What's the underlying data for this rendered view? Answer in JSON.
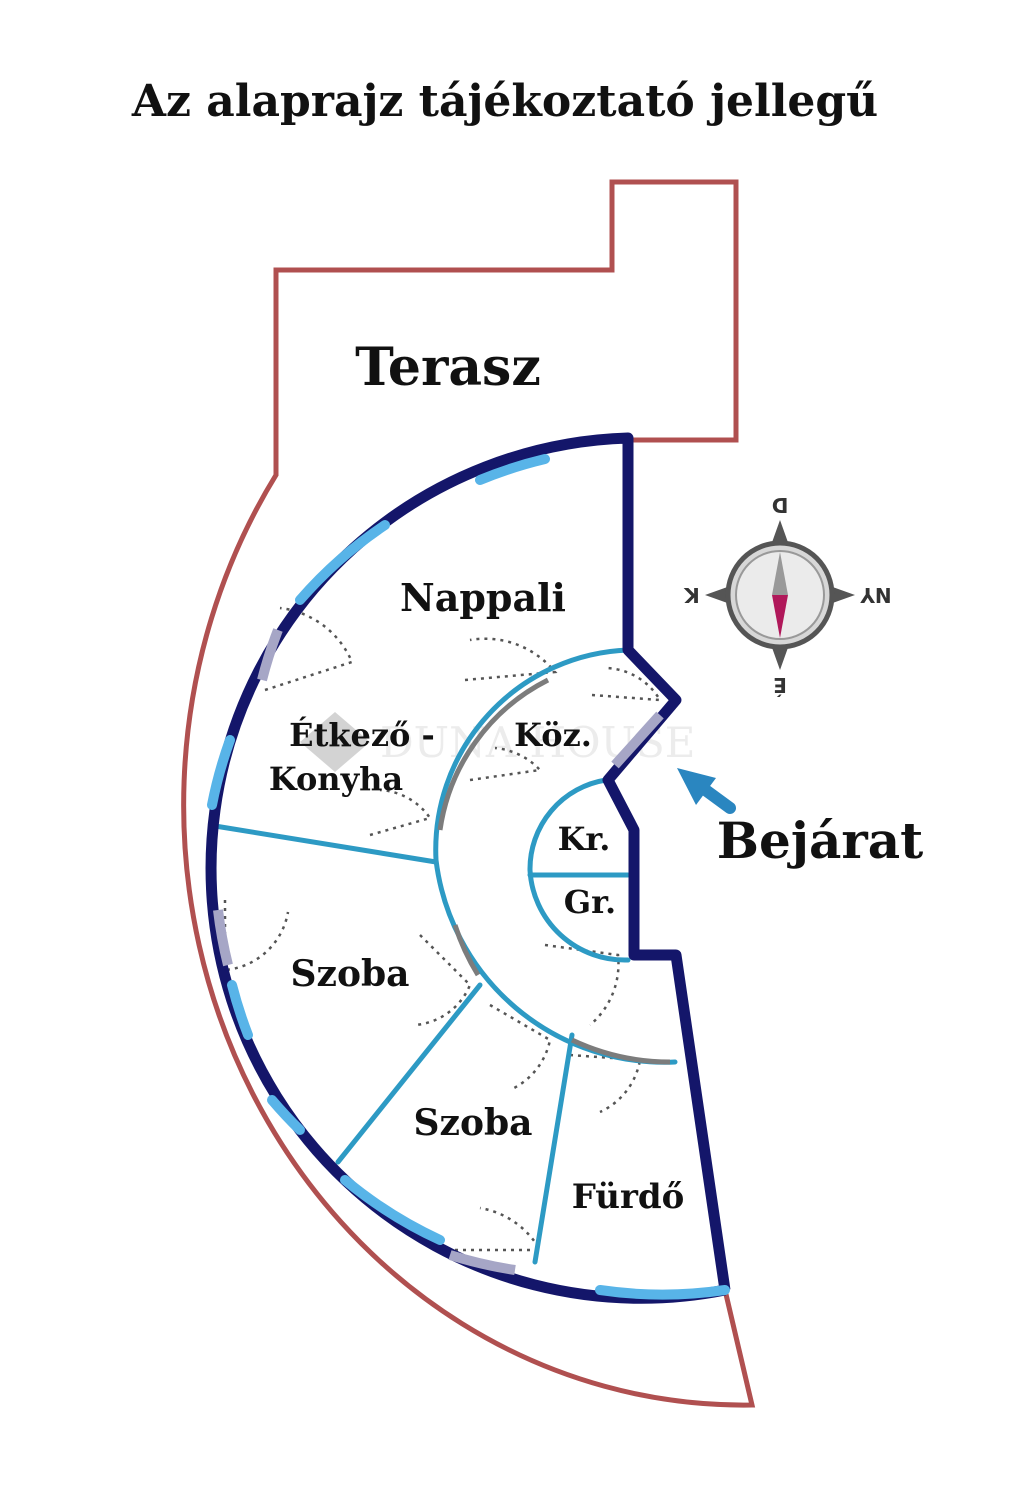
{
  "title": "Az alaprajz tájékoztató jellegű",
  "rooms": {
    "terrace": "Terasz",
    "living": "Nappali",
    "dining_kitchen_line1": "Étkező -",
    "dining_kitchen_line2": "Konyha",
    "hall": "Köz.",
    "storage": "Kr.",
    "wardrobe": "Gr.",
    "room_1": "Szoba",
    "room_2": "Szoba",
    "bathroom": "Fürdő"
  },
  "entrance": "Bejárat",
  "compass": {
    "north": "É",
    "south": "D",
    "east": "K",
    "west": "NY"
  },
  "watermark": "DUNA HOUSE",
  "colors": {
    "terrace_outline": "#b05050",
    "outer_wall": "#14166a",
    "window": "#58b4e8",
    "inner_wall": "#2d9ac4",
    "door_swing": "#555555",
    "entrance_arrow": "#2a86c0"
  }
}
